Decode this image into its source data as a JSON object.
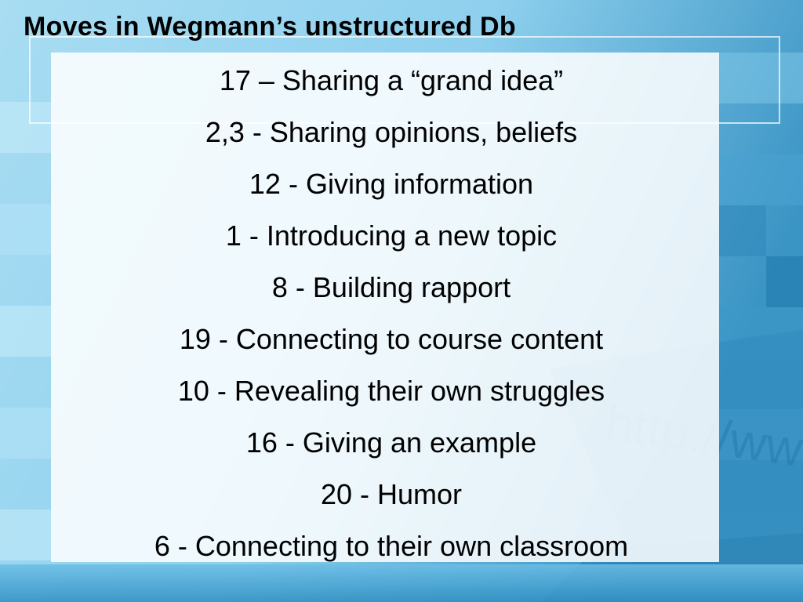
{
  "slide": {
    "title": "Moves in Wegmann’s unstructured Db",
    "items": [
      "17 – Sharing a “grand idea”",
      "2,3 - Sharing opinions, beliefs",
      "12 - Giving information",
      "1 - Introducing a new topic",
      "8 - Building rapport",
      "19 - Connecting to course content",
      "10 - Revealing their own struggles",
      "16 - Giving an example",
      "20 - Humor",
      "6 - Connecting to their own classroom"
    ],
    "background_watermark_text": "http://www"
  },
  "colors": {
    "background_light": "#a9def3",
    "background_mid": "#5fb5dc",
    "background_dark": "#1f7fb0",
    "panel": "#ffffff",
    "text": "#000000"
  }
}
